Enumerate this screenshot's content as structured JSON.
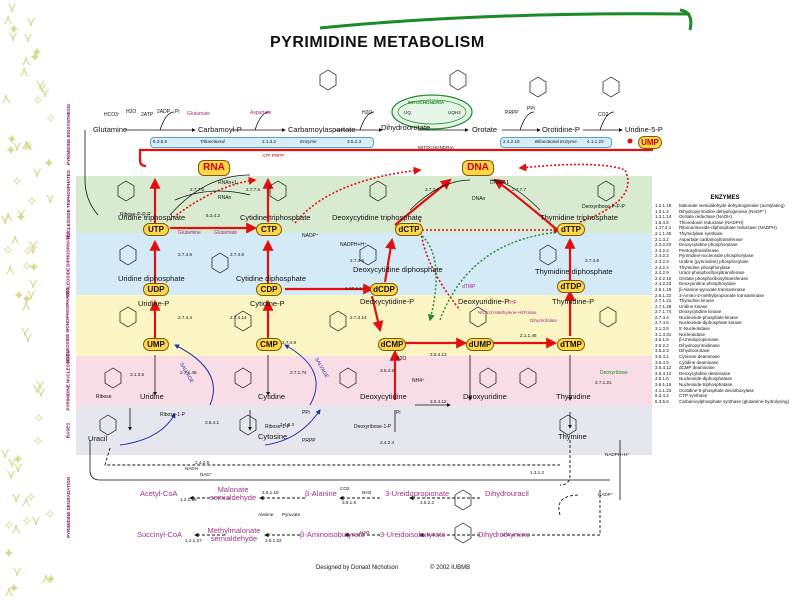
{
  "title": "PYRIMIDINE METABOLISM",
  "bands": [
    {
      "id": "biosynthesis",
      "label": "PYRIMIDINE BIOSYNTHESIS",
      "color": "#ffffff"
    },
    {
      "id": "triphosphates",
      "label": "NUCLEOSIDE TRIPHOSPHATES",
      "color": "#d8ead0"
    },
    {
      "id": "diphosphates",
      "label": "NUCLEOSIDE DIPHOSPHATES",
      "color": "#d4eaf6"
    },
    {
      "id": "monophosphates",
      "label": "NUCLEOSIDE MONOPHOSPHATES",
      "color": "#fbf5c4"
    },
    {
      "id": "nucleosides",
      "label": "PYRIMIDINE NUCLEOSIDES",
      "color": "#f8dde6"
    },
    {
      "id": "bases",
      "label": "BASES",
      "color": "#e6e6ee"
    },
    {
      "id": "degradation",
      "label": "PYRIMIDINE DEGRADATION",
      "color": "#ffffff"
    }
  ],
  "biosynthesis": {
    "reactants": {
      "hco3": "HCO3⁻",
      "h2o": "H2O",
      "atp": "2ATP",
      "adp": "2ADP",
      "pi": "Pi",
      "glutamate": "Glutamate",
      "aspartate": "Aspartate",
      "h2o_b": "H2O",
      "prpp": "PRPP",
      "ppi": "PPi",
      "co2": "CO2"
    },
    "metabolites": [
      "Glutamine",
      "Carbamoyl-P",
      "Carbamoylaspartate",
      "Dihydroorotate",
      "Orotate",
      "Orotidine-P",
      "Uridine-5-P"
    ],
    "mitochondria": {
      "label": "MITOCHONDRIA",
      "uq": "UQ",
      "uqh2": "UQH2",
      "footer": "MITOCHONDRIA"
    },
    "enzyme_bar_1": {
      "ec1": "6.3.5.5",
      "name": "Trifunctional",
      "ec2": "2.1.3.2",
      "name2": "Enzyme",
      "ec3": "3.5.2.3"
    },
    "enzyme_bar_2": {
      "ec1": "2.4.2.10",
      "name": "Bifunctional Enzyme",
      "ec2": "4.1.1.23"
    },
    "ump_label": "UMP",
    "atp_prpp": "ATP  PRPP"
  },
  "nodes": {
    "rna": "RNA",
    "dna": "DNA",
    "utp": "UTP",
    "ctp": "CTP",
    "dctp": "dCTP",
    "dttp": "dTTP",
    "udp": "UDP",
    "cdp": "CDP",
    "dcdp": "dCDP",
    "dtdp": "dTDP",
    "ump": "UMP",
    "cmp": "CMP",
    "dcmp": "dCMP",
    "dump": "dUMP",
    "dtmp": "dTMP"
  },
  "labels": {
    "uridine_triphosphate": "Uridine triphosphate",
    "cytidine_triphosphate": "Cytidine triphosphate",
    "deoxycytidine_triphosphate": "Deoxycytidine triphosphate",
    "thymidine_triphosphate": "Thymidine triphosphate",
    "uridine_diphosphate": "Uridine diphosphate",
    "cytidine_diphosphate": "Cytidine diphosphate",
    "deoxycytidine_diphosphate": "Deoxycytidine diphosphate",
    "thymidine_diphosphate": "Thymidine diphosphate",
    "uridine_p": "Uridine-P",
    "cytidine_p": "Cytidine-P",
    "deoxycytidine_p": "Deoxycytidine-P",
    "deoxyuridine_p": "Deoxyuridine-P",
    "thymidine_p": "Thymidine-P",
    "uridine": "Uridine",
    "cytidine": "Cytidine",
    "deoxycytidine": "Deoxycytidine",
    "deoxyuridine": "Deoxyuridine",
    "thymidine": "Thymidine",
    "uracil": "Uracil",
    "cytosine": "Cytosine",
    "thymine": "Thymine",
    "ribose1p": "Ribose-1-P",
    "ribose1p_b": "Ribose-1-P",
    "deoxyribose1p": "Deoxyribose-1-P",
    "rna_n1": "RNAn+1",
    "rna_n": "RNAn",
    "dna_n1": "DNAn+1",
    "dna_n": "DNAn",
    "glutamine_mid": "Glutamine",
    "glutamate_mid": "Glutamate",
    "nadph": "NADPH+H⁺",
    "nadp": "NADP⁺",
    "thf": "THF",
    "mthf": "N5,N10-Methylene-H4Folate",
    "dhf": "Dihydrofolate",
    "dtmp_small": "dTMP",
    "salvage1": "SALVAGE",
    "salvage2": "SALVAGE",
    "ribose": "Ribose",
    "deoxyribose": "Deoxyribose",
    "nh4": "NH4⁺",
    "h2o": "H2O",
    "pi": "Pi",
    "prpp": "PRPP",
    "ppi": "PPi",
    "ribose_p_p_p": "Ribose-P-P-P",
    "deoxyribose_p_p_p": "Deoxyribose-P-P-P"
  },
  "ecs": [
    "2.7.7.6",
    "2.7.7.6",
    "2.7.7.7",
    "2.7.7.7",
    "6.3.4.2",
    "2.7.4.6",
    "2.7.4.6",
    "2.7.4.6",
    "2.7.4.6",
    "2.7.4.4",
    "2.7.4.14",
    "2.7.4.14",
    "2.7.4.9",
    "2.1.1.45",
    "2.7.1.48",
    "2.7.1.74",
    "2.7.1.21",
    "3.1.3.5",
    "3.5.4.5",
    "3.5.4.12",
    "3.5.4.1",
    "2.4.2.9",
    "2.4.2.3",
    "2.4.2.4",
    "3.5.4.13",
    "1.17.4.1"
  ],
  "degradation": {
    "row1": [
      "Acetyl-CoA",
      "Malonate semialdehyde",
      "β-Alanine",
      "3-Ureidopropionate",
      "Dihydrouracil"
    ],
    "row2": [
      "Succinyl-CoA",
      "Methylmalonate semialdehyde",
      "β-Aminoisobutyrate",
      "3-Ureidoisobutyrate",
      "Dihydrothymine"
    ],
    "cofactors": {
      "nadh": "NADH",
      "nad": "NAD⁺",
      "nadph": "NADPH+H⁺",
      "nadp": "NADP⁺",
      "co2": "CO2",
      "nh3": "NH3",
      "h2o": "H2O",
      "alanine": "Alanine",
      "pyruvate": "Pyruvate"
    },
    "ecs": [
      "1.2.1.18",
      "2.6.1.19",
      "3.5.1.6",
      "3.5.2.2",
      "1.3.1.2",
      "1.2.1.27",
      "2.6.1.22"
    ]
  },
  "enzymes": {
    "heading": "ENZYMES",
    "list": [
      [
        "1.2.1.18",
        "Malonate semialdehyde dehydrogenase (acetylating)"
      ],
      [
        "1.3.1.2",
        "Dihydropyrimidine dehydrogenase (NADP⁺)"
      ],
      [
        "1.3.1.14",
        "Orotate reductase (NADH)"
      ],
      [
        "1.6.4.5",
        "Thioredoxin reductase (NADPH)"
      ],
      [
        "1.17.4.1",
        "Ribonucleoside-diphosphate reductase (NADPH)"
      ],
      [
        "2.1.1.45",
        "Thymidylate synthase"
      ],
      [
        "2.1.3.2",
        "Aspartate carbamoyltransferase"
      ],
      [
        "2.3.2.23",
        "Deoxycytidine phosphorylase"
      ],
      [
        "2.4.2.2",
        "Pentosyltransferase"
      ],
      [
        "2.4.2.3",
        "Pyrimidine-nucleoside phosphorylase"
      ],
      [
        "2.4.2.3",
        "Uridine (pyrimidine) phosphorylase"
      ],
      [
        "2.4.2.4",
        "Thymidine phosphorylase"
      ],
      [
        "2.4.2.9",
        "Uracil phosphoribosyltransferase"
      ],
      [
        "2.4.2.10",
        "Orotate phosphoribosyltransferase"
      ],
      [
        "2.4.2.23",
        "Deoxyuridine phosphorylase"
      ],
      [
        "2.6.1.19",
        "β-Alanine-pyruvate transaminase"
      ],
      [
        "2.6.1.22",
        "3-Amino-2-methylpropionate transaminase"
      ],
      [
        "2.7.1.21",
        "Thymidine kinase"
      ],
      [
        "2.7.1.48",
        "Uridine kinase"
      ],
      [
        "2.7.1.74",
        "Deoxycytidine kinase"
      ],
      [
        "2.7.4.4",
        "Nucleoside-phosphate kinase"
      ],
      [
        "2.7.4.6",
        "Nucleoside-diphosphate kinase"
      ],
      [
        "3.1.3.5",
        "5'-Nucleotidase"
      ],
      [
        "3.1.3.31",
        "Nucleotidase"
      ],
      [
        "3.5.1.6",
        "β-Ureidopropionase"
      ],
      [
        "3.5.2.2",
        "Dihydropyrimidinase"
      ],
      [
        "3.5.2.3",
        "Dihydroorotase"
      ],
      [
        "3.5.4.1",
        "Cytosine deaminase"
      ],
      [
        "3.5.4.5",
        "Cytidine deaminase"
      ],
      [
        "3.5.4.12",
        "dCMP deaminase"
      ],
      [
        "3.5.4.14",
        "Deoxycytidine deaminase"
      ],
      [
        "3.6.1.6",
        "Nucleoside-diphosphatase"
      ],
      [
        "3.6.1.15",
        "Nucleoside-triphosphatase"
      ],
      [
        "4.1.1.23",
        "Orotidine-5-phosphate decarboxylase"
      ],
      [
        "6.3.4.2",
        "CTP synthase"
      ],
      [
        "6.3.5.5",
        "Carbamoylphosphate synthase (glutamine-hydrolysing)"
      ]
    ]
  },
  "footer": {
    "designer": "Designed by Donald Nicholson",
    "copyright": "© 2002 IUBMB"
  },
  "colors": {
    "accent_red": "#e01010",
    "node_fill": "#ffd64a",
    "band_border": "#9a9a9a",
    "purple": "#a0308a",
    "green": "#1e8a2a",
    "blue": "#2233aa"
  }
}
